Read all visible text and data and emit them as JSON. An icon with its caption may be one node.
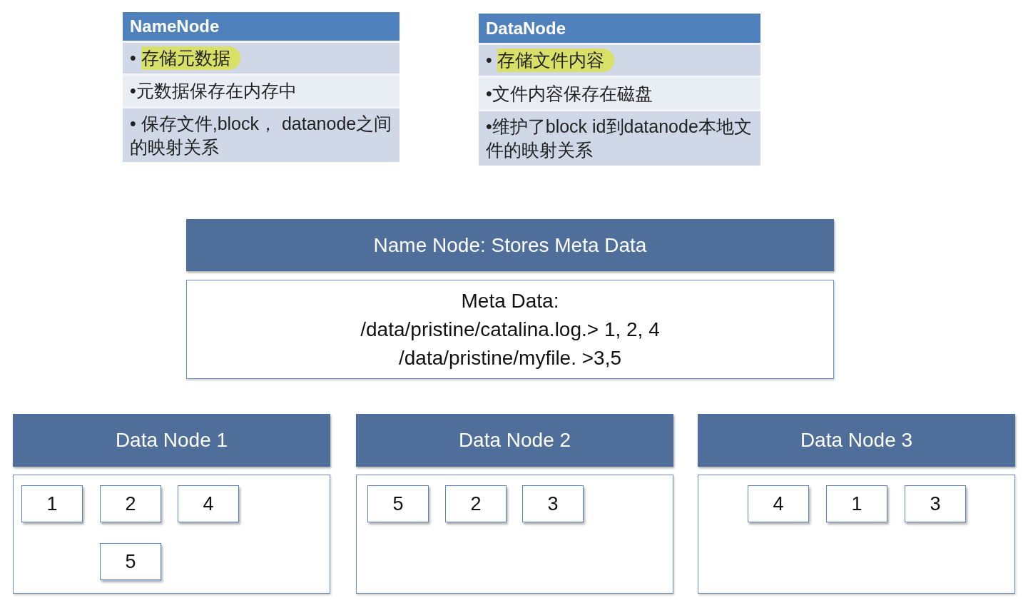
{
  "diagram": {
    "nodes": [
      {
        "text": [
          "NameNode",
          "• 存储元数据",
          "•元数据保存在内存中",
          "• 保存文件,block， datanode之间的映射关系"
        ]
      },
      {
        "text": [
          "DataNode",
          "• 存储文件内容",
          "•文件内容保存在磁盘",
          "•维护了block id到datanode本地文件的映射关系"
        ]
      },
      {
        "text": [
          "Name Node: Stores Meta Data"
        ]
      },
      {
        "text": [
          "Meta Data:",
          "/data/pristine/catalina.log.> 1, 2, 4",
          "/data/pristine/myfile. >3,5"
        ]
      },
      {
        "text": [
          "Data Node 1"
        ]
      },
      {
        "text": [],
        "shape": "box"
      },
      {
        "text": [
          "1"
        ],
        "in": 5
      },
      {
        "text": [
          "2"
        ],
        "in": 5
      },
      {
        "text": [
          "4"
        ],
        "in": 5
      },
      {
        "text": [
          "5"
        ],
        "in": 5
      },
      {
        "text": [
          "Data Node 2"
        ]
      },
      {
        "text": [],
        "shape": "box"
      },
      {
        "text": [
          "5"
        ],
        "in": 11
      },
      {
        "text": [
          "2"
        ],
        "in": 11
      },
      {
        "text": [
          "3"
        ],
        "in": 11
      },
      {
        "text": [
          "Data Node 3"
        ]
      },
      {
        "text": [],
        "shape": "box"
      },
      {
        "text": [
          "4"
        ],
        "in": 16
      },
      {
        "text": [
          "1"
        ],
        "in": 16
      },
      {
        "text": [
          "3"
        ],
        "in": 16
      }
    ]
  }
}
